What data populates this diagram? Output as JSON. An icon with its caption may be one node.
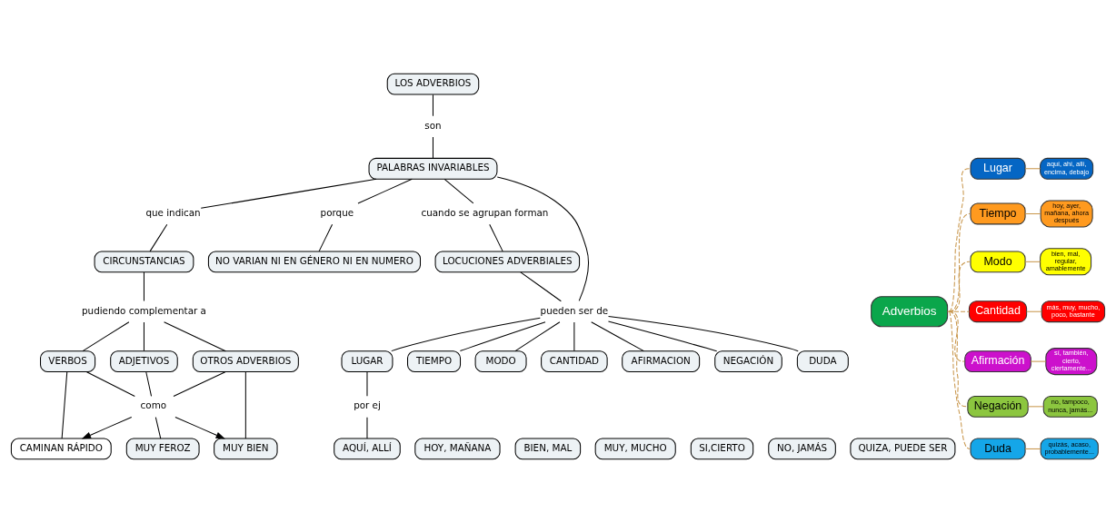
{
  "diagram": {
    "nodes": [
      {
        "text": [
          "LOS ADVERBIOS"
        ]
      },
      {
        "text": [
          "son"
        ]
      },
      {
        "text": [
          "PALABRAS INVARIABLES"
        ]
      },
      {
        "text": [
          "que indican"
        ]
      },
      {
        "text": [
          "porque"
        ]
      },
      {
        "text": [
          "cuando se agrupan forman"
        ]
      },
      {
        "text": [
          "CIRCUNSTANCIAS"
        ]
      },
      {
        "text": [
          "NO VARIAN NI EN GÉNERO NI EN NUMERO"
        ]
      },
      {
        "text": [
          "LOCUCIONES ADVERBIALES"
        ]
      },
      {
        "text": [
          "pudiendo complementar a"
        ]
      },
      {
        "text": [
          "pueden ser de"
        ]
      },
      {
        "text": [
          "VERBOS"
        ]
      },
      {
        "text": [
          "ADJETIVOS"
        ]
      },
      {
        "text": [
          "OTROS ADVERBIOS"
        ]
      },
      {
        "text": [
          "como"
        ]
      },
      {
        "text": [
          "CAMINAN RÁPIDO"
        ]
      },
      {
        "text": [
          "MUY FEROZ"
        ]
      },
      {
        "text": [
          "MUY BIEN"
        ]
      },
      {
        "text": [
          "LUGAR"
        ]
      },
      {
        "text": [
          "TIEMPO"
        ]
      },
      {
        "text": [
          "MODO"
        ]
      },
      {
        "text": [
          "CANTIDAD"
        ]
      },
      {
        "text": [
          "AFIRMACION"
        ]
      },
      {
        "text": [
          "NEGACIÓN"
        ]
      },
      {
        "text": [
          "DUDA"
        ]
      },
      {
        "text": [
          "por ej"
        ]
      },
      {
        "text": [
          "AQUÍ, ALLÍ"
        ]
      },
      {
        "text": [
          "HOY, MAÑANA"
        ]
      },
      {
        "text": [
          "BIEN, MAL"
        ]
      },
      {
        "text": [
          "MUY, MUCHO"
        ]
      },
      {
        "text": [
          "SI,CIERTO"
        ]
      },
      {
        "text": [
          "NO, JAMÁS"
        ]
      },
      {
        "text": [
          "QUIZA, PUEDE SER"
        ]
      },
      {
        "text": [
          "Adverbios"
        ]
      },
      {
        "text": [
          "Lugar"
        ]
      },
      {
        "text": [
          "Tiempo"
        ]
      },
      {
        "text": [
          "Modo"
        ]
      },
      {
        "text": [
          "Cantidad"
        ]
      },
      {
        "text": [
          "Afirmación"
        ]
      },
      {
        "text": [
          "Negación"
        ]
      },
      {
        "text": [
          "Duda"
        ]
      },
      {
        "text": [
          "aquí, ahí, allí, encima, debajo"
        ]
      },
      {
        "text": [
          "hoy, ayer, mañana, ahora después"
        ]
      },
      {
        "text": [
          "bien, mal, regular, amablemente"
        ]
      },
      {
        "text": [
          "más, muy, mucho, poco, bastante"
        ]
      },
      {
        "text": [
          "sí, también, cierto, ciertamente..."
        ]
      },
      {
        "text": [
          "no, tampoco, nunca, jamás..."
        ]
      },
      {
        "text": [
          "quizás, acaso, probablemente..."
        ]
      }
    ],
    "edges": [
      {
        "from": 0,
        "to": 1,
        "arrow": "none"
      },
      {
        "from": 1,
        "to": 2,
        "arrow": "none"
      },
      {
        "from": 2,
        "to": 3,
        "arrow": "none"
      },
      {
        "from": 3,
        "to": 6,
        "arrow": "none"
      },
      {
        "from": 2,
        "to": 4,
        "arrow": "none"
      },
      {
        "from": 4,
        "to": 7,
        "arrow": "none"
      },
      {
        "from": 2,
        "to": 5,
        "arrow": "none"
      },
      {
        "from": 5,
        "to": 8,
        "arrow": "none"
      },
      {
        "from": 2,
        "to": 10,
        "arrow": "none"
      },
      {
        "from": 8,
        "to": 10,
        "arrow": "none"
      },
      {
        "from": 6,
        "to": 9,
        "arrow": "none"
      },
      {
        "from": 9,
        "to": 11,
        "arrow": "none"
      },
      {
        "from": 9,
        "to": 12,
        "arrow": "none"
      },
      {
        "from": 9,
        "to": 13,
        "arrow": "none"
      },
      {
        "from": 11,
        "to": 15,
        "arrow": "none"
      },
      {
        "from": 11,
        "to": 14,
        "arrow": "none"
      },
      {
        "from": 12,
        "to": 14,
        "arrow": "none"
      },
      {
        "from": 13,
        "to": 14,
        "arrow": "none"
      },
      {
        "from": 13,
        "to": 17,
        "arrow": "none"
      },
      {
        "from": 14,
        "to": 15,
        "arrow": "to"
      },
      {
        "from": 14,
        "to": 16,
        "arrow": "none"
      },
      {
        "from": 14,
        "to": 17,
        "arrow": "to"
      },
      {
        "from": 10,
        "to": 18,
        "arrow": "none"
      },
      {
        "from": 10,
        "to": 19,
        "arrow": "none"
      },
      {
        "from": 10,
        "to": 20,
        "arrow": "none"
      },
      {
        "from": 10,
        "to": 21,
        "arrow": "none"
      },
      {
        "from": 10,
        "to": 22,
        "arrow": "none"
      },
      {
        "from": 10,
        "to": 23,
        "arrow": "none"
      },
      {
        "from": 10,
        "to": 24,
        "arrow": "none"
      },
      {
        "from": 18,
        "to": 25,
        "arrow": "none"
      },
      {
        "from": 25,
        "to": 26,
        "arrow": "none"
      },
      {
        "from": 33,
        "to": 34,
        "arrow": "none",
        "style": "dashed",
        "color": "#c8964b"
      },
      {
        "from": 33,
        "to": 35,
        "arrow": "none",
        "style": "dashed",
        "color": "#c8964b"
      },
      {
        "from": 33,
        "to": 36,
        "arrow": "none",
        "style": "dashed",
        "color": "#c8964b"
      },
      {
        "from": 33,
        "to": 37,
        "arrow": "none",
        "style": "dashed",
        "color": "#c8964b"
      },
      {
        "from": 33,
        "to": 38,
        "arrow": "none",
        "style": "dashed",
        "color": "#c8964b"
      },
      {
        "from": 33,
        "to": 39,
        "arrow": "none",
        "style": "dashed",
        "color": "#c8964b"
      },
      {
        "from": 33,
        "to": 40,
        "arrow": "none",
        "style": "dashed",
        "color": "#c8964b"
      },
      {
        "from": 34,
        "to": 41,
        "arrow": "none",
        "color": "#c8964b"
      },
      {
        "from": 35,
        "to": 42,
        "arrow": "none",
        "color": "#c8964b"
      },
      {
        "from": 36,
        "to": 43,
        "arrow": "none",
        "color": "#c8964b"
      },
      {
        "from": 37,
        "to": 44,
        "arrow": "none",
        "color": "#c8964b"
      },
      {
        "from": 38,
        "to": 45,
        "arrow": "none",
        "color": "#c8964b"
      },
      {
        "from": 39,
        "to": 46,
        "arrow": "none",
        "color": "#c8964b"
      },
      {
        "from": 40,
        "to": 47,
        "arrow": "none",
        "color": "#c8964b"
      }
    ]
  }
}
